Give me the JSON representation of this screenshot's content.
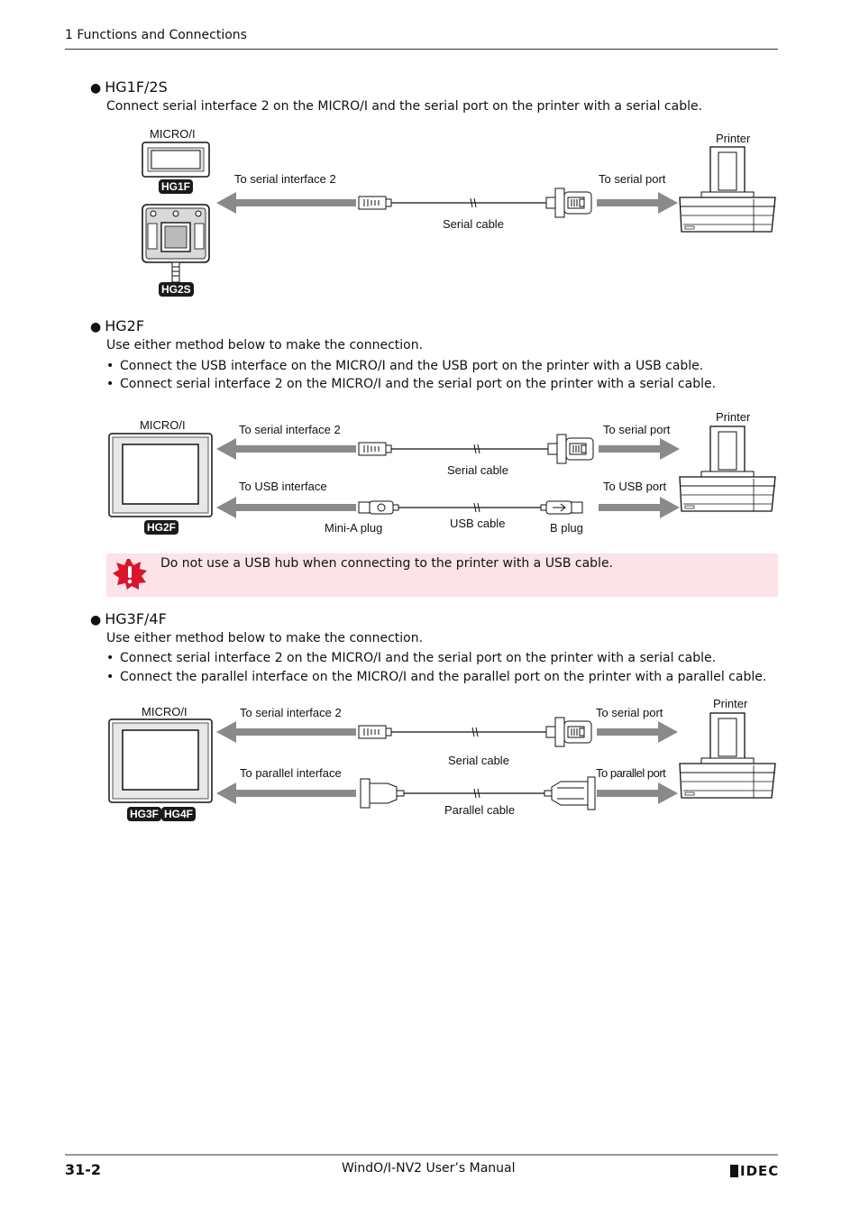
{
  "header": {
    "chapter": "1 Functions and Connections"
  },
  "sections": [
    {
      "title": "HG1F/2S",
      "text": "Connect serial interface 2 on the MICRO/I and the serial port on the printer with a serial cable.",
      "diagram": {
        "micro_label": "MICRO/I",
        "printer_label": "Printer",
        "left_label": "To serial interface 2",
        "right_label": "To serial port",
        "cable_label": "Serial cable",
        "badges": [
          "HG1F",
          "HG2S"
        ]
      }
    },
    {
      "title": "HG2F",
      "intro": "Use either method below to make the connection.",
      "bullets": [
        "Connect the USB interface on the MICRO/I and the USB port on the printer with a USB cable.",
        "Connect serial interface 2 on the MICRO/I and the serial port on the printer with a serial cable."
      ],
      "diagram": {
        "micro_label": "MICRO/I",
        "printer_label": "Printer",
        "serial_left": "To serial interface 2",
        "serial_right": "To serial port",
        "serial_cable": "Serial cable",
        "usb_left": "To USB interface",
        "usb_right": "To USB port",
        "usb_cable": "USB cable",
        "mini_a": "Mini-A plug",
        "b_plug": "B plug",
        "badge": "HG2F"
      },
      "note": "Do not use a USB hub when connecting to the printer with a USB cable."
    },
    {
      "title": "HG3F/4F",
      "intro": "Use either method below to make the connection.",
      "bullets": [
        "Connect serial interface 2 on the MICRO/I and the serial port on the printer with a serial cable.",
        "Connect the parallel interface on the MICRO/I and the parallel port on the printer with a parallel cable."
      ],
      "diagram": {
        "micro_label": "MICRO/I",
        "printer_label": "Printer",
        "serial_left": "To serial interface 2",
        "serial_right": "To serial port",
        "serial_cable": "Serial cable",
        "par_left": "To parallel interface",
        "par_right": "To parallel port",
        "par_cable": "Parallel cable",
        "badges": [
          "HG3F",
          "HG4F"
        ]
      }
    }
  ],
  "footer": {
    "page": "31-2",
    "manual": "WindO/I-NV2 User’s Manual",
    "logo": "IDEC"
  },
  "icons": {
    "bullet": "filled-circle",
    "warning": "warning-icon"
  },
  "colors": {
    "note_bg": "#fbe3e8",
    "arrow": "#8a8a8a",
    "warning": "#d9142b"
  }
}
